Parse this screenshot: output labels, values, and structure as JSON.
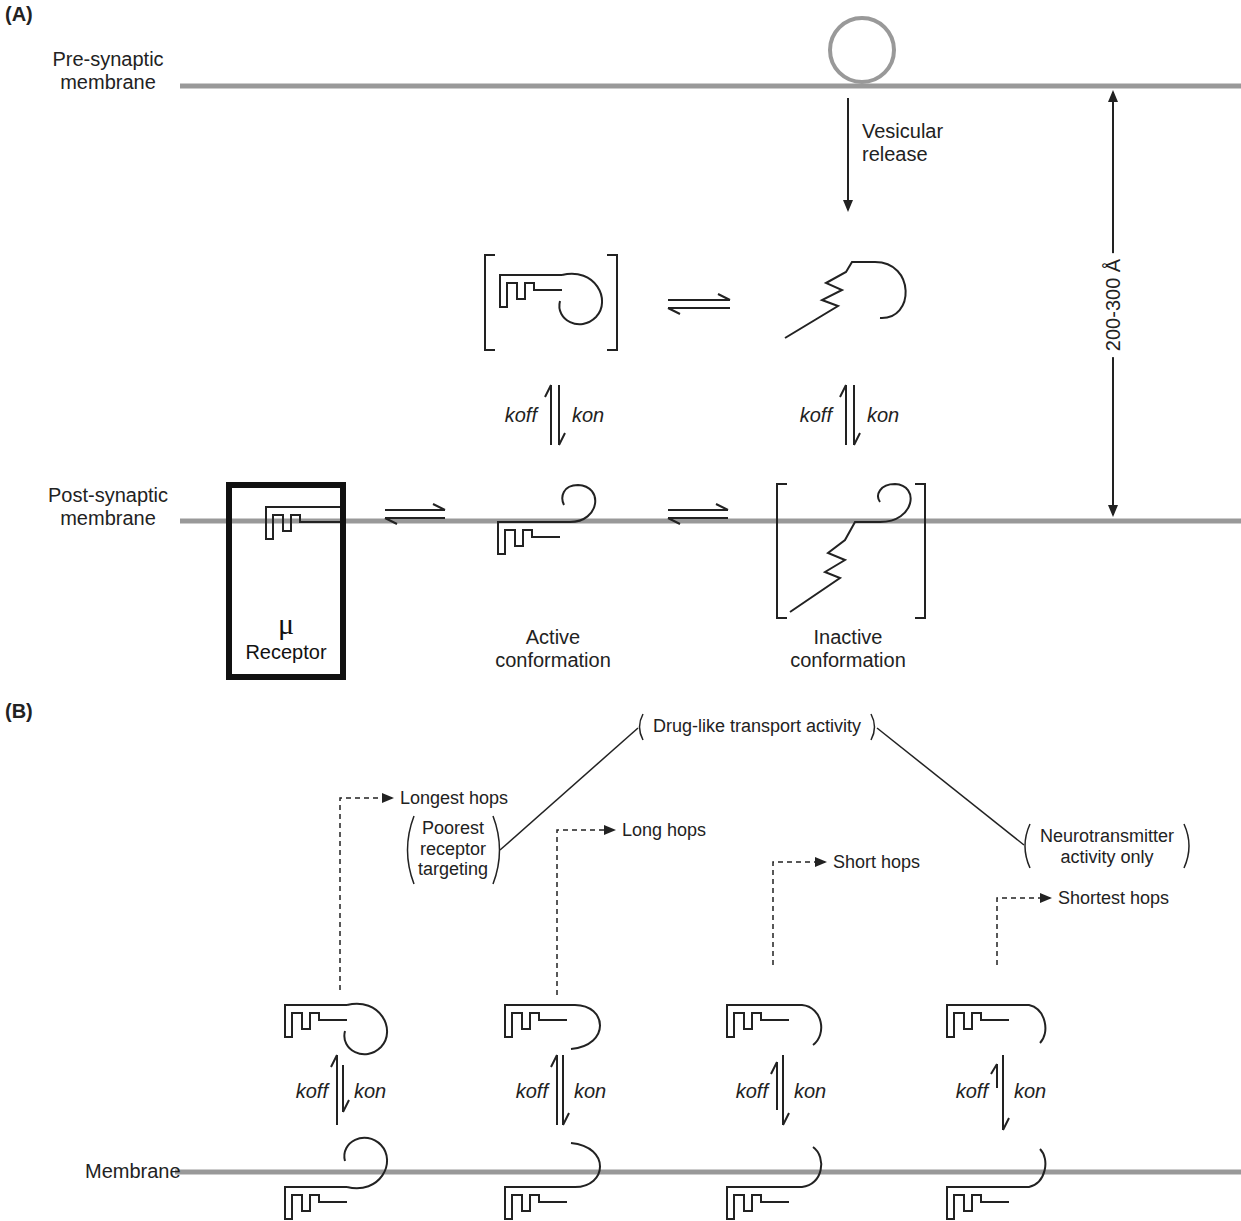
{
  "diagram": {
    "nodes": [
      {
        "text": [
          "μ",
          "Receptor"
        ]
      }
    ],
    "labels": [
      "(A)",
      "Pre-synaptic membrane",
      "Vesicular release",
      "200-300 Å",
      "koff",
      "kon",
      "koff",
      "kon",
      "Post-synaptic membrane",
      "Active conformation",
      "Inactive conformation",
      "(B)",
      "Drug-like transport activity",
      "Longest hops",
      "Poorest receptor targeting",
      "Long hops",
      "Neurotransmitter activity only",
      "Short hops",
      "Shortest hops",
      "koff",
      "kon",
      "koff",
      "kon",
      "koff",
      "kon",
      "koff",
      "kon",
      "Membrane"
    ]
  }
}
